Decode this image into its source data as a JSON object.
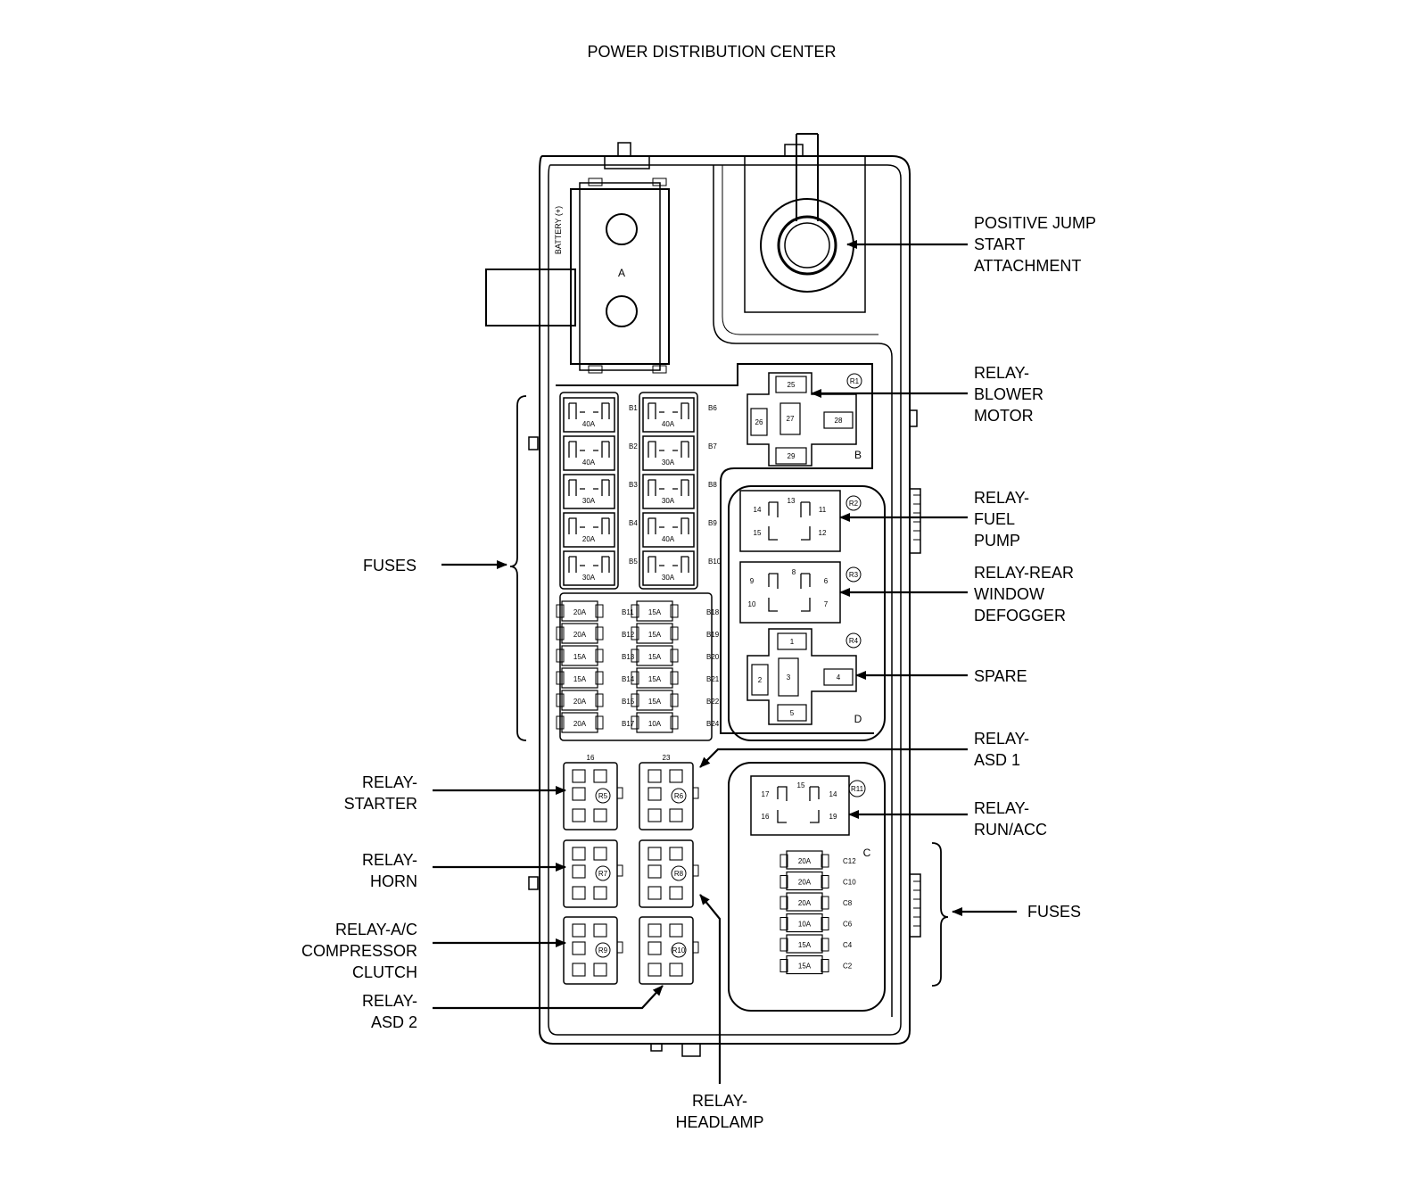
{
  "title": "POWER DISTRIBUTION CENTER",
  "labels": {
    "battery": "BATTERY (+)",
    "section_a": "A",
    "section_b": "B",
    "section_c": "C",
    "section_d": "D"
  },
  "callouts": {
    "jump_start": [
      "POSITIVE JUMP",
      "START",
      "ATTACHMENT"
    ],
    "blower_motor": [
      "RELAY-",
      "BLOWER",
      "MOTOR"
    ],
    "fuel_pump": [
      "RELAY-",
      "FUEL",
      "PUMP"
    ],
    "rear_defogger": [
      "RELAY-REAR",
      "WINDOW",
      "DEFOGGER"
    ],
    "spare": [
      "SPARE"
    ],
    "asd1": [
      "RELAY-",
      "ASD 1"
    ],
    "run_acc": [
      "RELAY-",
      "RUN/ACC"
    ],
    "fuses_right": [
      "FUSES"
    ],
    "fuses_left": [
      "FUSES"
    ],
    "starter": [
      "RELAY-",
      "STARTER"
    ],
    "horn": [
      "RELAY-",
      "HORN"
    ],
    "ac_clutch": [
      "RELAY-A/C",
      "COMPRESSOR",
      "CLUTCH"
    ],
    "asd2": [
      "RELAY-",
      "ASD 2"
    ],
    "headlamp": [
      "RELAY-",
      "HEADLAMP"
    ]
  },
  "fuses_b_large_left": [
    {
      "id": "B1",
      "rating": "40A"
    },
    {
      "id": "B2",
      "rating": "40A"
    },
    {
      "id": "B3",
      "rating": "30A"
    },
    {
      "id": "B4",
      "rating": "20A"
    },
    {
      "id": "B5",
      "rating": "30A"
    }
  ],
  "fuses_b_large_right": [
    {
      "id": "B6",
      "rating": "40A"
    },
    {
      "id": "B7",
      "rating": "30A"
    },
    {
      "id": "B8",
      "rating": "30A"
    },
    {
      "id": "B9",
      "rating": "40A"
    },
    {
      "id": "B10",
      "rating": "30A"
    }
  ],
  "fuses_b_mini_left": [
    {
      "id": "B11",
      "rating": "20A"
    },
    {
      "id": "B12",
      "rating": "20A"
    },
    {
      "id": "B13",
      "rating": "15A"
    },
    {
      "id": "B14",
      "rating": "15A"
    },
    {
      "id": "B15",
      "rating": "20A"
    },
    {
      "id": "B17",
      "rating": "20A"
    }
  ],
  "fuses_b_mini_right": [
    {
      "id": "B18",
      "rating": "15A"
    },
    {
      "id": "B19",
      "rating": "15A"
    },
    {
      "id": "B20",
      "rating": "15A"
    },
    {
      "id": "B21",
      "rating": "15A"
    },
    {
      "id": "B22",
      "rating": "15A"
    },
    {
      "id": "B24",
      "rating": "10A"
    }
  ],
  "fuses_c": [
    {
      "id": "C12",
      "rating": "20A"
    },
    {
      "id": "C10",
      "rating": "20A"
    },
    {
      "id": "C8",
      "rating": "20A"
    },
    {
      "id": "C6",
      "rating": "10A"
    },
    {
      "id": "C4",
      "rating": "15A"
    },
    {
      "id": "C2",
      "rating": "15A"
    }
  ],
  "relays": {
    "r1": {
      "tag": "R1",
      "pins": [
        "25",
        "26",
        "27",
        "28",
        "29"
      ]
    },
    "r2": {
      "tag": "R2",
      "pins": [
        "13",
        "14",
        "11",
        "15",
        "12"
      ]
    },
    "r3": {
      "tag": "R3",
      "pins": [
        "8",
        "9",
        "6",
        "10",
        "7"
      ]
    },
    "r4": {
      "tag": "R4",
      "pins": [
        "1",
        "2",
        "3",
        "4",
        "5"
      ]
    },
    "r11": {
      "tag": "R11",
      "pins": [
        "15",
        "17",
        "14",
        "16",
        "19"
      ]
    },
    "small": [
      {
        "tag": "R5",
        "top": "16"
      },
      {
        "tag": "R6",
        "top": "23"
      },
      {
        "tag": "R7",
        "top": ""
      },
      {
        "tag": "R8",
        "top": ""
      },
      {
        "tag": "R9",
        "top": ""
      },
      {
        "tag": "R10",
        "top": ""
      }
    ]
  }
}
